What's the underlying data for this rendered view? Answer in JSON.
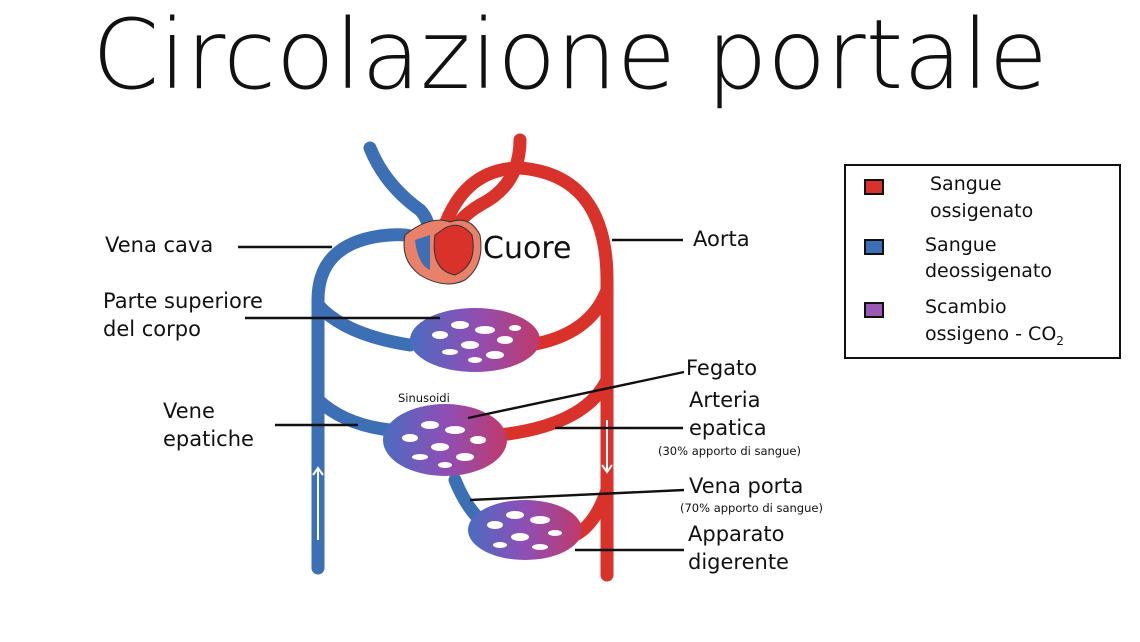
{
  "title": "Circolazione portale",
  "labels": {
    "heart": "Cuore",
    "vena_cava": "Vena cava",
    "upper_body_1": "Parte superiore",
    "upper_body_2": "del corpo",
    "hepatic_veins_1": "Vene",
    "hepatic_veins_2": "epatiche",
    "sinusoids": "Sinusoidi",
    "aorta": "Aorta",
    "liver": "Fegato",
    "hepatic_artery_1": "Arteria",
    "hepatic_artery_2": "epatica",
    "hepatic_artery_note": "(30% apporto di sangue)",
    "portal_vein": "Vena porta",
    "portal_vein_note": "(70% apporto di sangue)",
    "digestive_1": "Apparato",
    "digestive_2": "digerente"
  },
  "legend": {
    "items": [
      {
        "line1": "Sangue",
        "line2": "ossigenato",
        "color": "#d8322a"
      },
      {
        "line1": "Sangue",
        "line2": "deossigenato",
        "color": "#3d6fb5"
      },
      {
        "line1": "Scambio",
        "line2": "ossigeno - CO",
        "sub": "2",
        "color": "#9b59b6"
      }
    ]
  }
}
